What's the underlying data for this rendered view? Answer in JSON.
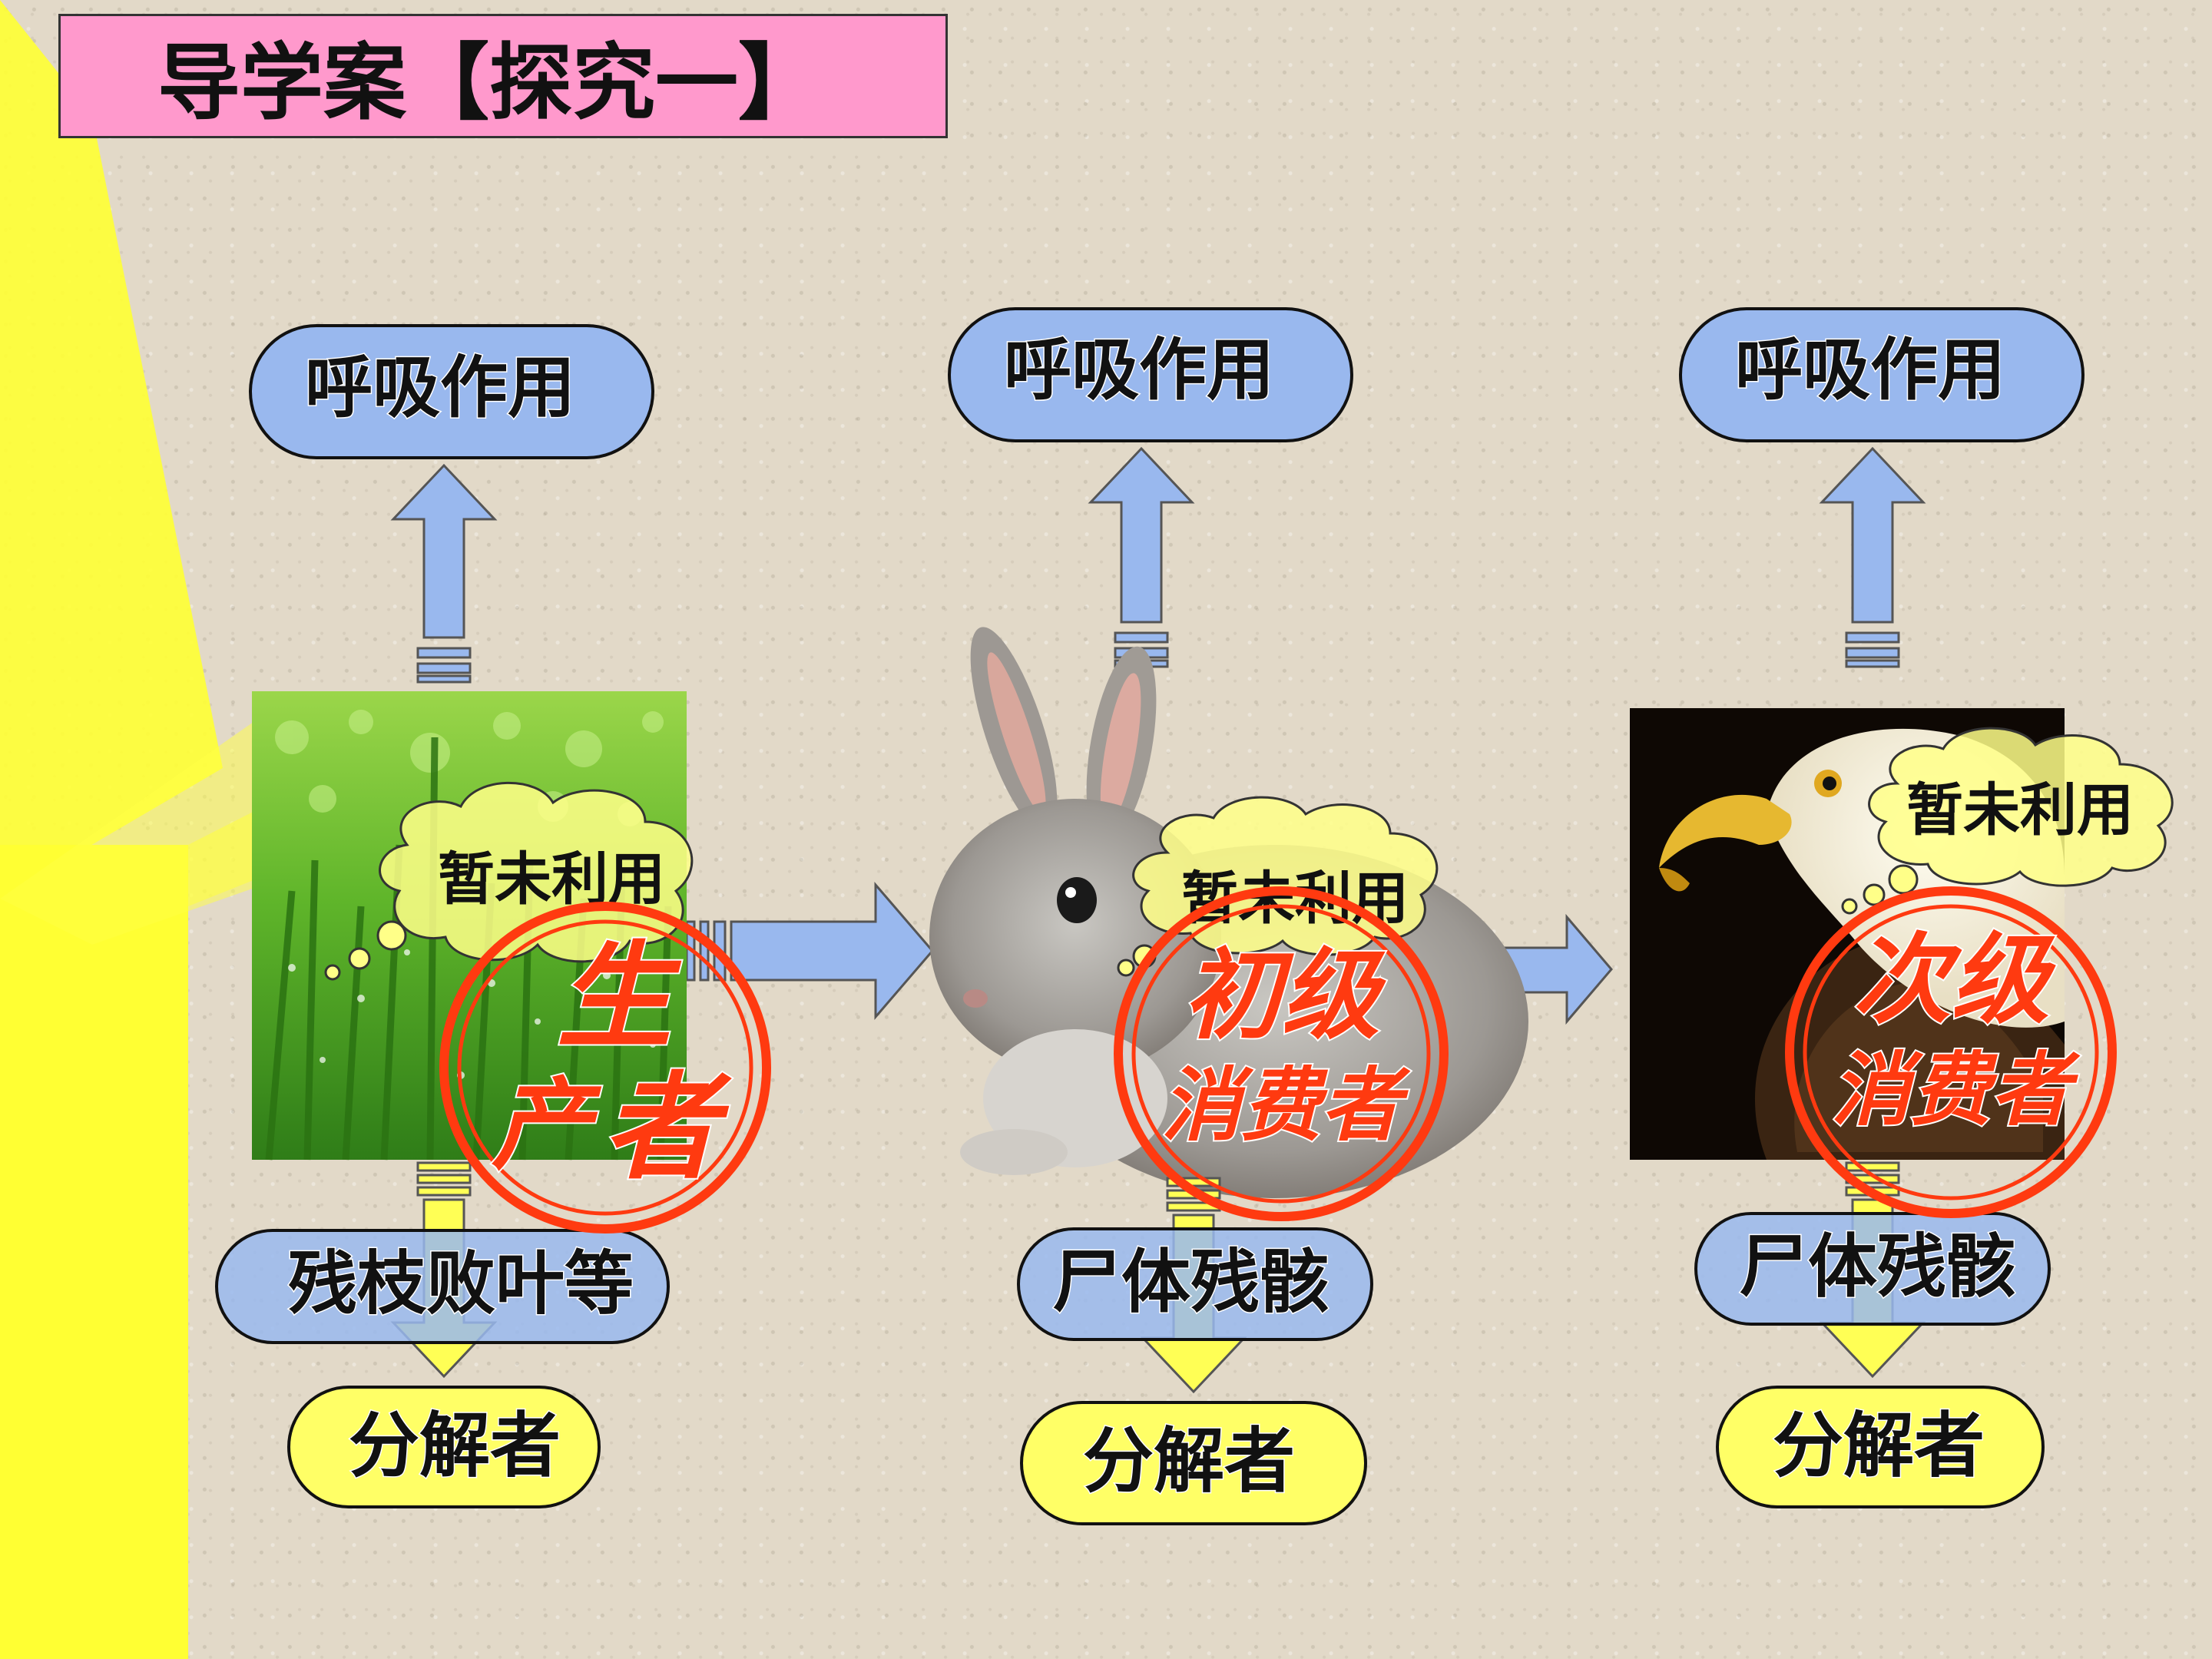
{
  "title": "导学案【探究一】",
  "respiration_labels": [
    "呼吸作用",
    "呼吸作用",
    "呼吸作用"
  ],
  "unused_labels": [
    "暂未利用",
    "暂未利用",
    "暂未利用"
  ],
  "remains_labels": [
    "残枝败叶等",
    "尸体残骸",
    "尸体残骸"
  ],
  "decomposer_labels": [
    "分解者",
    "分解者",
    "分解者"
  ],
  "stamps": {
    "producer": [
      "生",
      "产",
      "者"
    ],
    "primary": [
      "初级",
      "消费者"
    ],
    "secondary": [
      "次级",
      "消费者"
    ]
  },
  "images": [
    "grass-photo",
    "rabbit-photo",
    "eagle-photo"
  ],
  "colors": {
    "title_bg": "#ff99cc",
    "pill_blue": "#99b8ee",
    "pill_yellow": "#ffff66",
    "arrow_blue": "#99b8ee",
    "arrow_yellow": "#ffff55",
    "stamp_red": "#ff3a10",
    "side_yellow": "#ffff33"
  }
}
